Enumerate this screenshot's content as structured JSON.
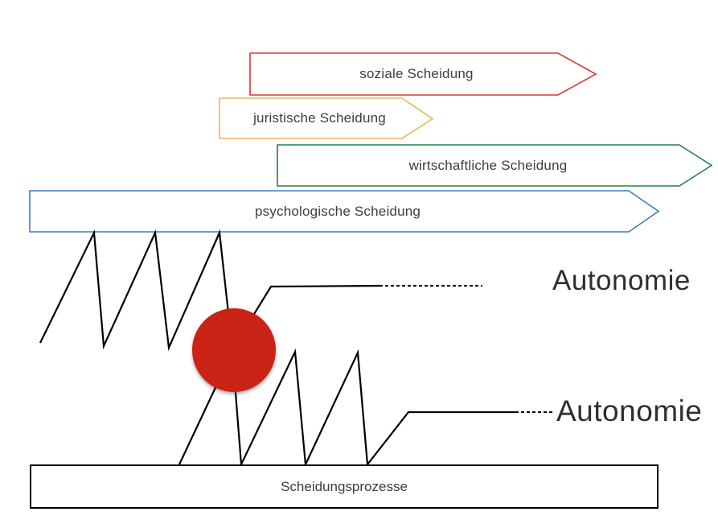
{
  "slide": {
    "background": "#ffffff"
  },
  "arrows": [
    {
      "id": "soziale",
      "label": "soziale Scheidung",
      "color": "#d23b35"
    },
    {
      "id": "juristische",
      "label": "juristische Scheidung",
      "color": "#e2b854"
    },
    {
      "id": "wirtschaftliche",
      "label": "wirtschaftliche Scheidung",
      "color": "#23804a"
    },
    {
      "id": "psychologische",
      "label": "psychologische Scheidung",
      "color": "#3b7ec0"
    }
  ],
  "labels": {
    "autonomie_upper": "Autonomie",
    "autonomie_lower": "Autonomie",
    "process_box": "Scheidungsprozesse"
  },
  "colors": {
    "event_circle": "#cb2016",
    "line": "#000000",
    "arrow_text": "#3d3d3d",
    "heading_text": "#2f2f2f"
  }
}
